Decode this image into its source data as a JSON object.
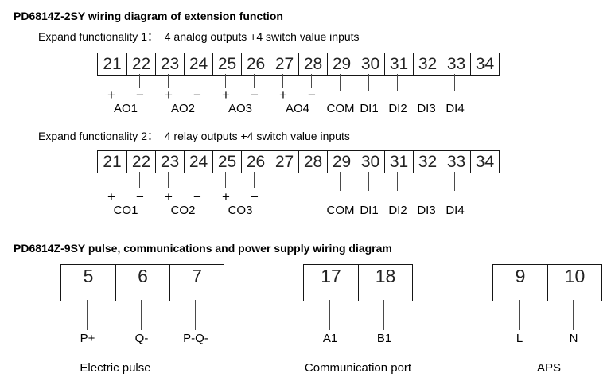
{
  "sym": {
    "plus": "+",
    "minus": "−"
  },
  "colors": {
    "border": "#161616",
    "line": "#4a4a4a",
    "text": "#000000"
  },
  "section1": {
    "title": "PD6814Z-2SY wiring diagram of extension function",
    "subtitle1": "Expand functionality 1：  4 analog outputs +4 switch value inputs",
    "subtitle2": "Expand functionality 2：  4 relay outputs +4 switch value inputs",
    "strip1": {
      "terminals": [
        "21",
        "22",
        "23",
        "24",
        "25",
        "26",
        "27",
        "28",
        "29",
        "30",
        "31",
        "32",
        "33",
        "34"
      ],
      "group_labels": [
        "AO1",
        "AO2",
        "AO3",
        "AO4"
      ],
      "right_labels": [
        "COM",
        "DI1",
        "DI2",
        "DI3",
        "DI4"
      ]
    },
    "strip2": {
      "terminals": [
        "21",
        "22",
        "23",
        "24",
        "25",
        "26",
        "27",
        "28",
        "29",
        "30",
        "31",
        "32",
        "33",
        "34"
      ],
      "group_labels": [
        "CO1",
        "CO2",
        "CO3"
      ],
      "right_labels": [
        "COM",
        "DI1",
        "DI2",
        "DI3",
        "DI4"
      ]
    }
  },
  "section2": {
    "title": "PD6814Z-9SY pulse, communications and power supply wiring diagram",
    "blocks": [
      {
        "caption": "Electric pulse",
        "terminals": [
          "5",
          "6",
          "7"
        ],
        "labels": [
          "P+",
          "Q-",
          "P-Q-"
        ]
      },
      {
        "caption": "Communication port",
        "terminals": [
          "17",
          "18"
        ],
        "labels": [
          "A1",
          "B1"
        ]
      },
      {
        "caption": "APS",
        "terminals": [
          "9",
          "10"
        ],
        "labels": [
          "L",
          "N"
        ]
      }
    ]
  }
}
